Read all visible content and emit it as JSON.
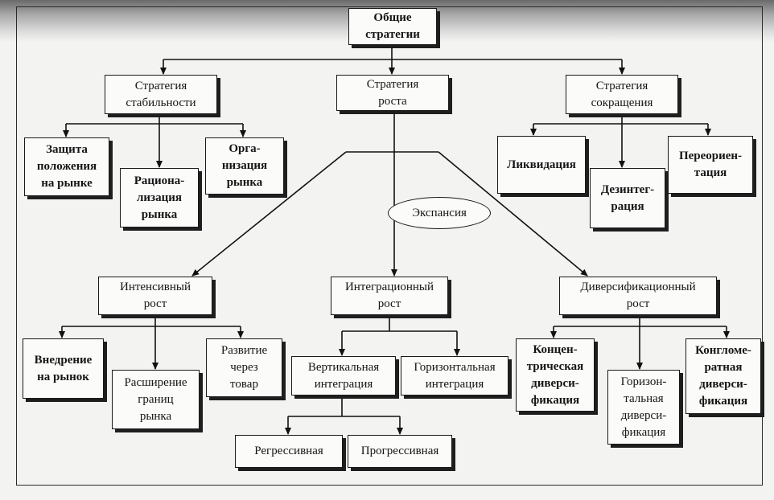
{
  "nodes": {
    "root": "Общие\nстратегии",
    "stability": "Стратегия\nстабильности",
    "growth": "Стратегия\nроста",
    "reduction": "Стратегия\nсокращения",
    "market_protection": "Защита\nположения\nна рынке",
    "market_rationalization": "Рациона-\nлизация\nрынка",
    "market_organization": "Орга-\nнизация\nрынка",
    "liquidation": "Ликвидация",
    "disintegration": "Дезинтег-\nрация",
    "reorientation": "Переориен-\nтация",
    "expansion": "Экспансия",
    "intensive_growth": "Интенсивный\nрост",
    "integration_growth": "Интеграционный\nрост",
    "diversification_growth": "Диверсификационный\nрост",
    "market_penetration": "Внедрение\nна рынок",
    "market_expansion": "Расширение\nграниц\nрынка",
    "product_development": "Развитие\nчерез\nтовар",
    "vertical_integration": "Вертикальная\nинтеграция",
    "horizontal_integration": "Горизонтальная\nинтеграция",
    "regressive": "Регрессивная",
    "progressive": "Прогрессивная",
    "concentric_diversification": "Концен-\nтрическая\nдиверси-\nфикация",
    "horizontal_diversification": "Горизон-\nтальная\nдиверси-\nфикация",
    "conglomerate_diversification": "Конгломе-\nратная\nдиверси-\nфикация"
  }
}
